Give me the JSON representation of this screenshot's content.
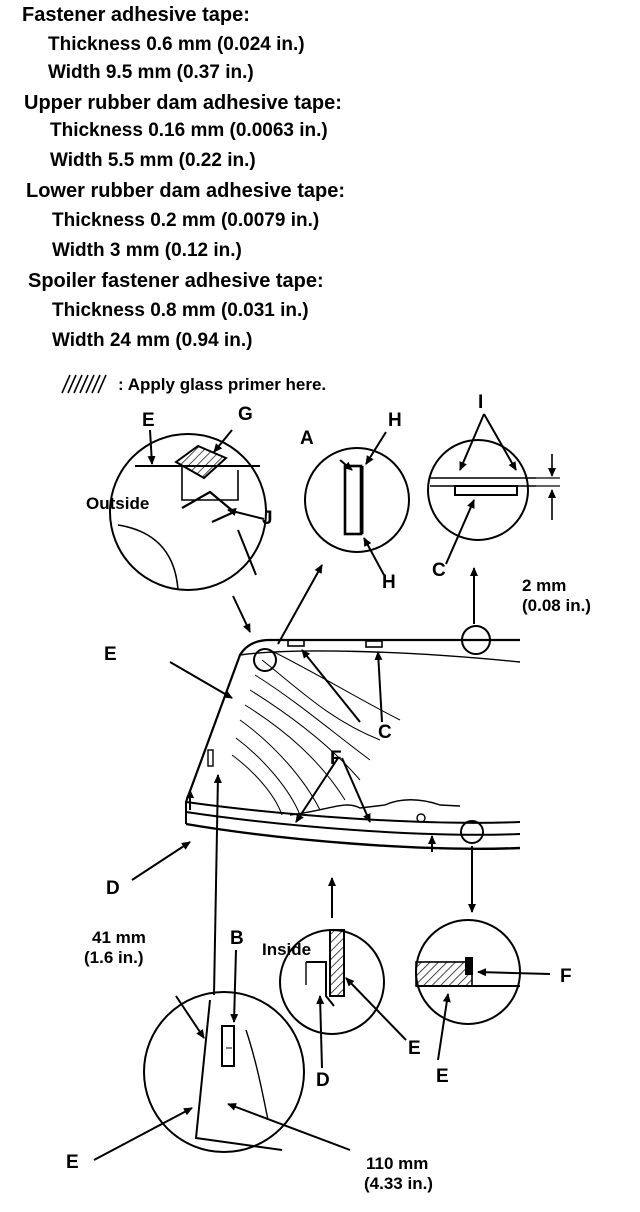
{
  "specs": [
    {
      "heading": "Fastener adhesive tape:",
      "thickness": "Thickness 0.6 mm (0.024 in.)",
      "width": "Width 9.5 mm (0.37 in.)"
    },
    {
      "heading": "Upper rubber dam adhesive tape:",
      "thickness": "Thickness 0.16 mm (0.0063 in.)",
      "width": "Width 5.5 mm (0.22 in.)"
    },
    {
      "heading": "Lower rubber dam adhesive tape:",
      "thickness": "Thickness 0.2 mm (0.0079 in.)",
      "width": "Width 3 mm (0.12 in.)"
    },
    {
      "heading": "Spoiler fastener adhesive tape:",
      "thickness": "Thickness 0.8 mm (0.031 in.)",
      "width": "Width 24 mm (0.94 in.)"
    }
  ],
  "legend": {
    "text": ": Apply glass  primer here."
  },
  "labels": {
    "a": "A",
    "b": "B",
    "c": "C",
    "d": "D",
    "e": "E",
    "f": "F",
    "g": "G",
    "h": "H",
    "i": "I",
    "j": "J",
    "outside": "Outside",
    "inside": "Inside",
    "dim_2mm": "2 mm",
    "dim_2mm_in": "(0.08 in.)",
    "dim_41mm": "41 mm",
    "dim_41mm_in": "(1.6 in.)",
    "dim_110mm": "110 mm",
    "dim_110mm_in": "(4.33 in.)"
  }
}
